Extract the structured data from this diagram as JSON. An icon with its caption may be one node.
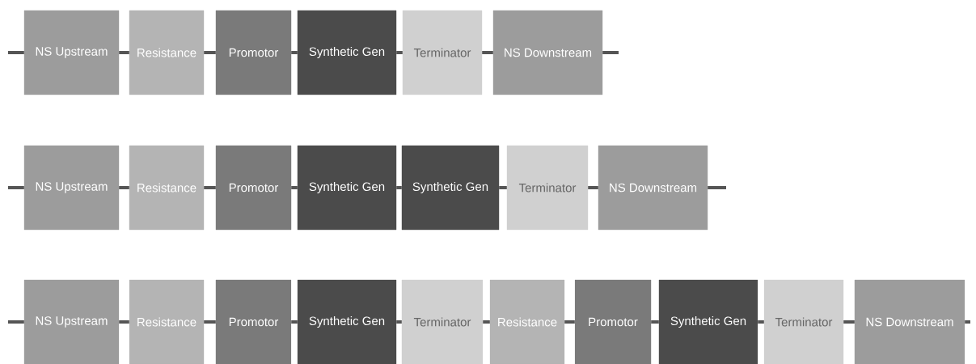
{
  "diagram": {
    "nodes": [
      {
        "text": [
          "NS Upstream"
        ]
      },
      {
        "text": [
          "Resistance"
        ]
      },
      {
        "text": [
          "Promotor"
        ]
      },
      {
        "text": [
          "Synthetic Gen"
        ]
      },
      {
        "text": [
          "Terminator"
        ]
      },
      {
        "text": [
          "NS Downstream"
        ]
      },
      {
        "text": [
          "NS Upstream"
        ]
      },
      {
        "text": [
          "Resistance"
        ]
      },
      {
        "text": [
          "Promotor"
        ]
      },
      {
        "text": [
          "Synthetic Gen"
        ]
      },
      {
        "text": [
          "Synthetic Gen"
        ]
      },
      {
        "text": [
          "Terminator"
        ]
      },
      {
        "text": [
          "NS Downstream"
        ]
      },
      {
        "text": [
          "NS Upstream"
        ]
      },
      {
        "text": [
          "Resistance"
        ]
      },
      {
        "text": [
          "Promotor"
        ]
      },
      {
        "text": [
          "Synthetic Gen"
        ]
      },
      {
        "text": [
          "Terminator"
        ]
      },
      {
        "text": [
          "Resistance"
        ]
      },
      {
        "text": [
          "Promotor"
        ]
      },
      {
        "text": [
          "Synthetic Gen"
        ]
      },
      {
        "text": [
          "Terminator"
        ]
      },
      {
        "text": [
          "NS Downstream"
        ]
      }
    ],
    "edges": [
      {
        "from": null,
        "to": 0,
        "arrow": "none"
      },
      {
        "from": 0,
        "to": 1,
        "arrow": "none"
      },
      {
        "from": 1,
        "to": 2,
        "arrow": "none"
      },
      {
        "from": 2,
        "to": 3,
        "arrow": "none"
      },
      {
        "from": 3,
        "to": 4,
        "arrow": "none"
      },
      {
        "from": 4,
        "to": 5,
        "arrow": "none"
      },
      {
        "from": 5,
        "to": null,
        "arrow": "none"
      },
      {
        "from": null,
        "to": 6,
        "arrow": "none"
      },
      {
        "from": 6,
        "to": 7,
        "arrow": "none"
      },
      {
        "from": 7,
        "to": 8,
        "arrow": "none"
      },
      {
        "from": 8,
        "to": 9,
        "arrow": "none"
      },
      {
        "from": 9,
        "to": 10,
        "arrow": "none"
      },
      {
        "from": 10,
        "to": 11,
        "arrow": "none"
      },
      {
        "from": 11,
        "to": 12,
        "arrow": "none"
      },
      {
        "from": 12,
        "to": null,
        "arrow": "none"
      },
      {
        "from": null,
        "to": 13,
        "arrow": "none"
      },
      {
        "from": 13,
        "to": 14,
        "arrow": "none"
      },
      {
        "from": 14,
        "to": 15,
        "arrow": "none"
      },
      {
        "from": 15,
        "to": 16,
        "arrow": "none"
      },
      {
        "from": 16,
        "to": 17,
        "arrow": "none"
      },
      {
        "from": 17,
        "to": 18,
        "arrow": "none"
      },
      {
        "from": 18,
        "to": 19,
        "arrow": "none"
      },
      {
        "from": 19,
        "to": 20,
        "arrow": "none"
      },
      {
        "from": 20,
        "to": 21,
        "arrow": "none"
      },
      {
        "from": 21,
        "to": 22,
        "arrow": "none"
      },
      {
        "from": 22,
        "to": null,
        "arrow": "none"
      }
    ]
  }
}
